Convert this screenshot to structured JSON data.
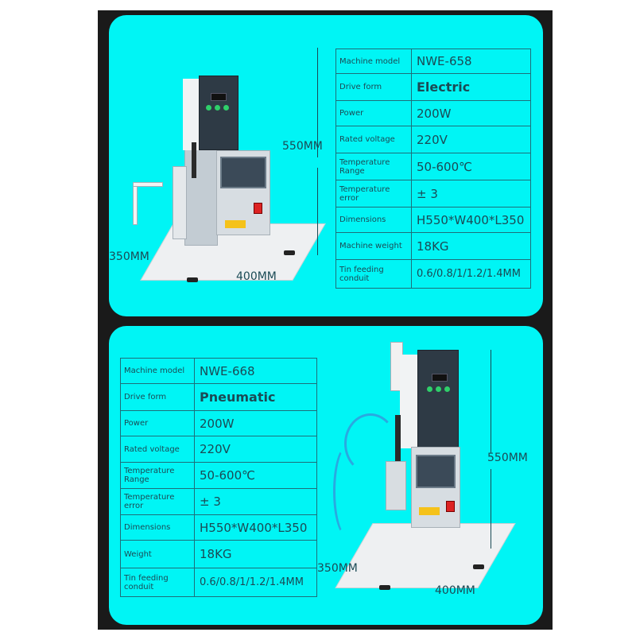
{
  "products": [
    {
      "id": "top",
      "dimensions": {
        "height": "550MM",
        "depth": "350MM",
        "width": "400MM"
      },
      "specs": [
        {
          "label": "Machine model",
          "value": "NWE-658"
        },
        {
          "label": "Drive form",
          "value": "Electric"
        },
        {
          "label": "Power",
          "value": "200W"
        },
        {
          "label": "Rated voltage",
          "value": "220V"
        },
        {
          "label": "Temperature Range",
          "value": "50-600℃"
        },
        {
          "label": "Temperature error",
          "value": "± 3"
        },
        {
          "label": "Dimensions",
          "value": "H550*W400*L350"
        },
        {
          "label": "Machine weight",
          "value": "18KG"
        },
        {
          "label": "Tin feeding conduit",
          "value": "0.6/0.8/1/1.2/1.4MM"
        }
      ]
    },
    {
      "id": "bottom",
      "dimensions": {
        "height": "550MM",
        "depth": "350MM",
        "width": "400MM"
      },
      "specs": [
        {
          "label": "Machine model",
          "value": "NWE-668"
        },
        {
          "label": "Drive form",
          "value": "Pneumatic"
        },
        {
          "label": "Power",
          "value": "200W"
        },
        {
          "label": "Rated voltage",
          "value": "220V"
        },
        {
          "label": "Temperature Range",
          "value": "50-600℃"
        },
        {
          "label": "Temperature error",
          "value": "± 3"
        },
        {
          "label": "Dimensions",
          "value": "H550*W400*L350"
        },
        {
          "label": "Weight",
          "value": "18KG"
        },
        {
          "label": "Tin feeding conduit",
          "value": "0.6/0.8/1/1.2/1.4MM"
        }
      ]
    }
  ],
  "colors": {
    "panel": "#00f5f5",
    "frame": "#1a1a1a",
    "text": "#1b4a55",
    "border": "#1e6f7a"
  }
}
